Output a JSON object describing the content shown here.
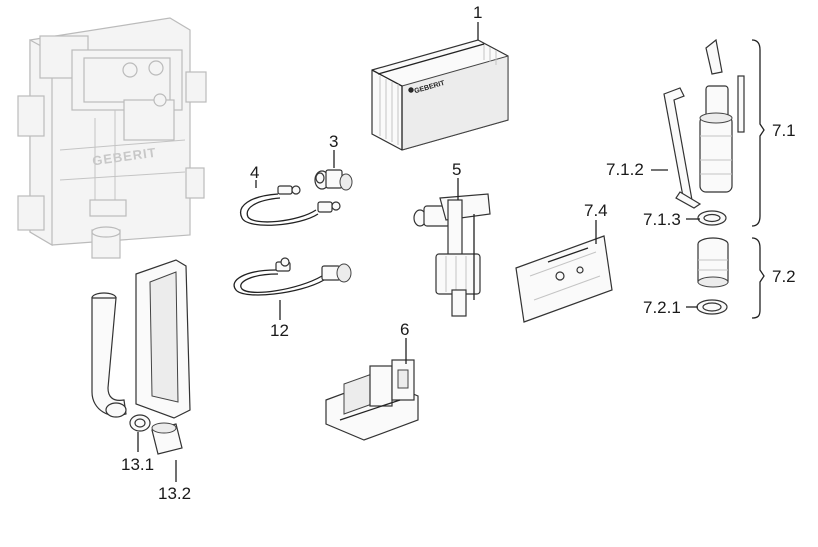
{
  "labels": {
    "p1": "1",
    "p3": "3",
    "p4": "4",
    "p5": "5",
    "p6": "6",
    "p7_1": "7.1",
    "p7_1_2": "7.1.2",
    "p7_1_3": "7.1.3",
    "p7_2": "7.2",
    "p7_2_1": "7.2.1",
    "p7_4": "7.4",
    "p12": "12",
    "p13_1": "13.1",
    "p13_2": "13.2"
  },
  "brand": {
    "frame_logo": "GEBERIT",
    "cover_logo": "GEBERIT"
  },
  "colors": {
    "line": "#222222",
    "faint_frame": "#bbbbbb",
    "fill": "#fafafa"
  }
}
